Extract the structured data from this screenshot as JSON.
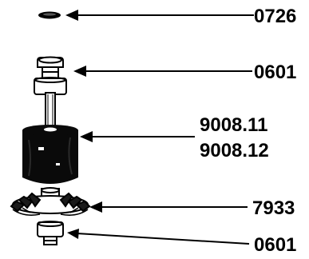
{
  "diagram": {
    "type": "exploded-parts-diagram",
    "subject": "pump rotor assembly",
    "colors": {
      "ink": "#000000",
      "background": "#ffffff",
      "part_fill": "#ffffff",
      "magnet_fill": "#0a0a0a"
    },
    "parts": [
      {
        "id": "seal_ring",
        "shape": "flat O-ring",
        "labels": [
          "0726"
        ]
      },
      {
        "id": "upper_bearing",
        "shape": "bearing bushing",
        "labels": [
          "0601"
        ]
      },
      {
        "id": "rotor_magnet",
        "shape": "cylindrical magnet on shaft",
        "labels": [
          "9008.11",
          "9008.12"
        ]
      },
      {
        "id": "impeller",
        "shape": "bladed impeller",
        "labels": [
          "7933"
        ]
      },
      {
        "id": "lower_bearing",
        "shape": "bearing bushing",
        "labels": [
          "0601"
        ]
      }
    ]
  }
}
